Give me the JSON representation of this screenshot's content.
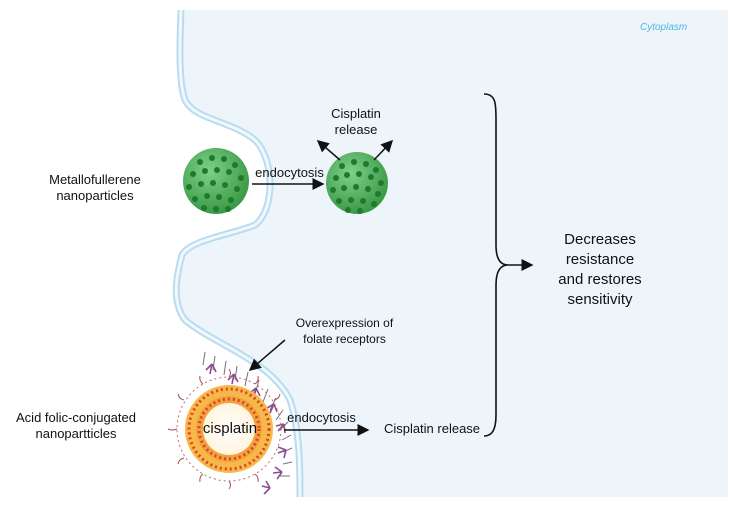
{
  "region_label": "Cytoplasm",
  "metallofullerene": {
    "label_line1": "Metallofullerene",
    "label_line2": "nanoparticles",
    "process": "endocytosis",
    "release_line1": "Cisplatin",
    "release_line2": "release"
  },
  "folic": {
    "receptor_line1": "Overexpression of",
    "receptor_line2": "folate receptors",
    "label_line1": "Acid folic-conjugated",
    "label_line2": "nanopartticles",
    "core_label": "cisplatin",
    "process": "endocytosis",
    "release": "Cisplatin release"
  },
  "outcome": {
    "line1": "Decreases",
    "line2": "resistance",
    "line3": "and restores",
    "line4": "sensitivity"
  },
  "colors": {
    "cytoplasm": "#eef5fa",
    "membrane": "#b9dcef",
    "nanoparticle_green": "#4fb35c",
    "nanoparticle_dot": "#1f7a2e",
    "liposome_orange": "#f2a23c",
    "liposome_red": "#d9432b",
    "receptor_purple": "#8a4d8f"
  }
}
